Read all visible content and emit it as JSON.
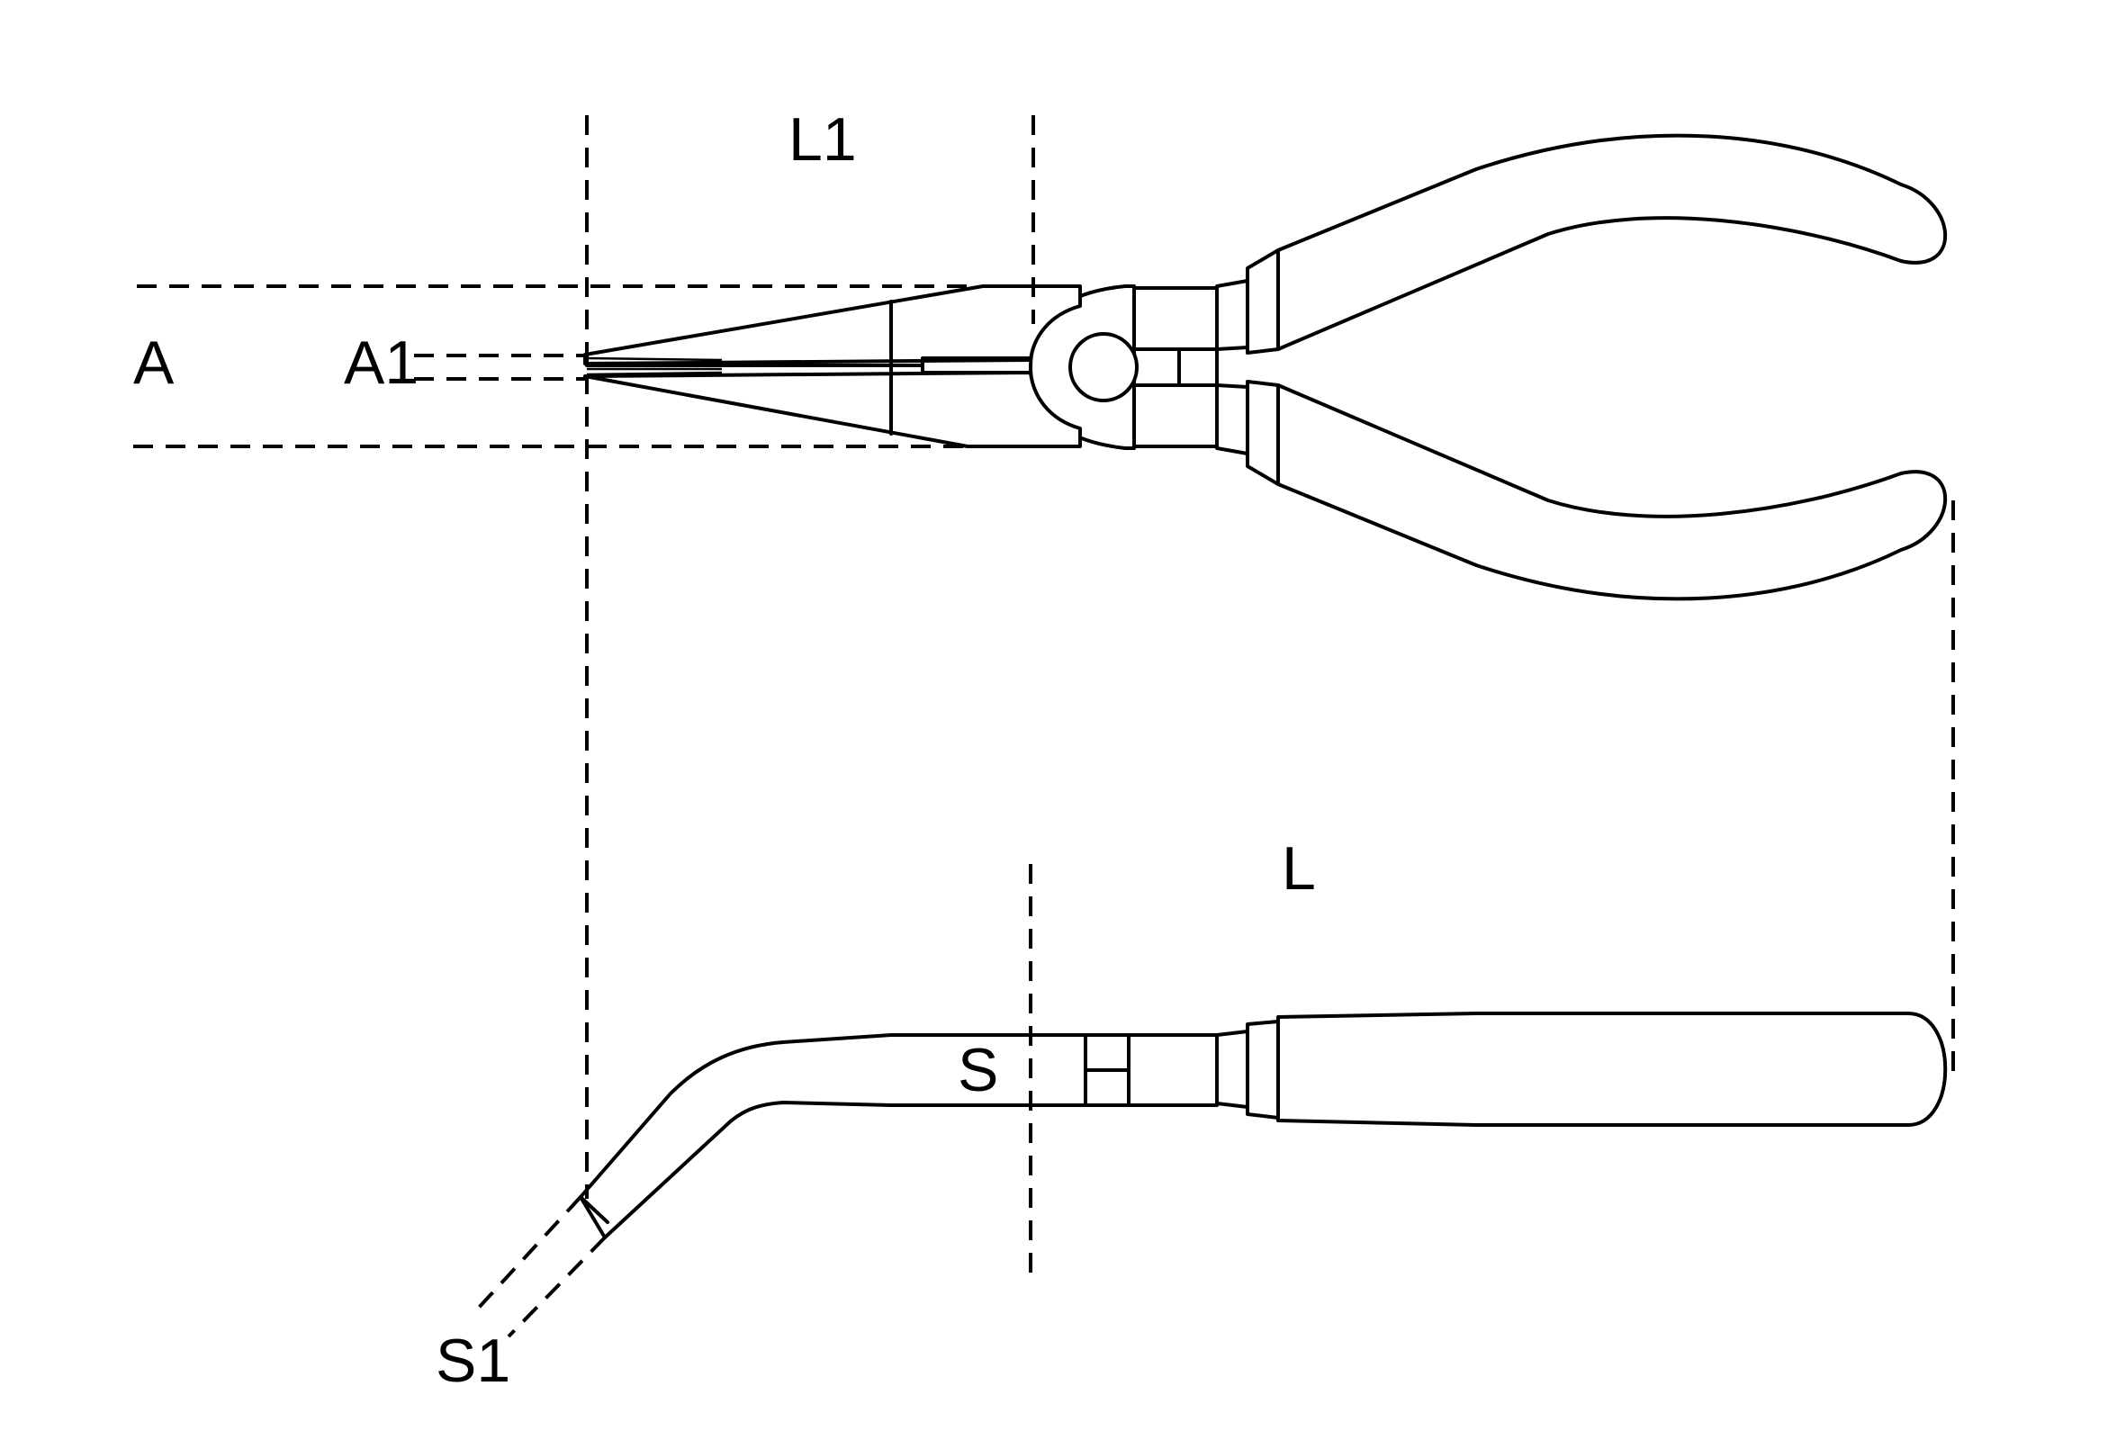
{
  "labels": {
    "A": "A",
    "A1": "A1",
    "L1": "L1",
    "L": "L",
    "S": "S",
    "S1": "S1"
  },
  "colors": {
    "line": "#000000",
    "background": "#ffffff"
  }
}
